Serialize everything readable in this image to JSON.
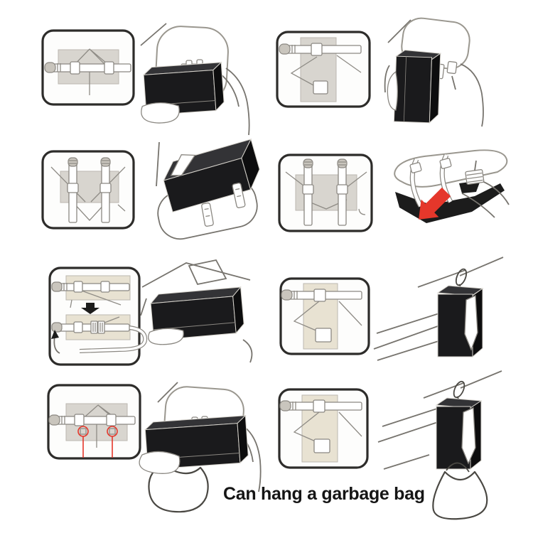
{
  "caption": {
    "text": "Can hang a garbage bag"
  },
  "colors": {
    "background": "#ffffff",
    "panel_border": "#2d2c2a",
    "outline": "#8f8c86",
    "line": "#77746e",
    "gray_fill": "#d8d5cf",
    "beige_fill": "#e8e2d2",
    "box_fill": "#1a1a1c",
    "box_top": "#333336",
    "box_side": "#0d0d0e",
    "red": "#e5372b",
    "ink": "#151515"
  },
  "panels": [
    {
      "name": "headrest-back-mount"
    },
    {
      "name": "headrest-side-hang"
    },
    {
      "name": "armrest-strap-mount"
    },
    {
      "name": "sun-visor-mount"
    },
    {
      "name": "strap-extension-steps"
    },
    {
      "name": "hook-rail-hang"
    },
    {
      "name": "garbage-bag-loops"
    },
    {
      "name": "garbage-bag-hang"
    }
  ]
}
